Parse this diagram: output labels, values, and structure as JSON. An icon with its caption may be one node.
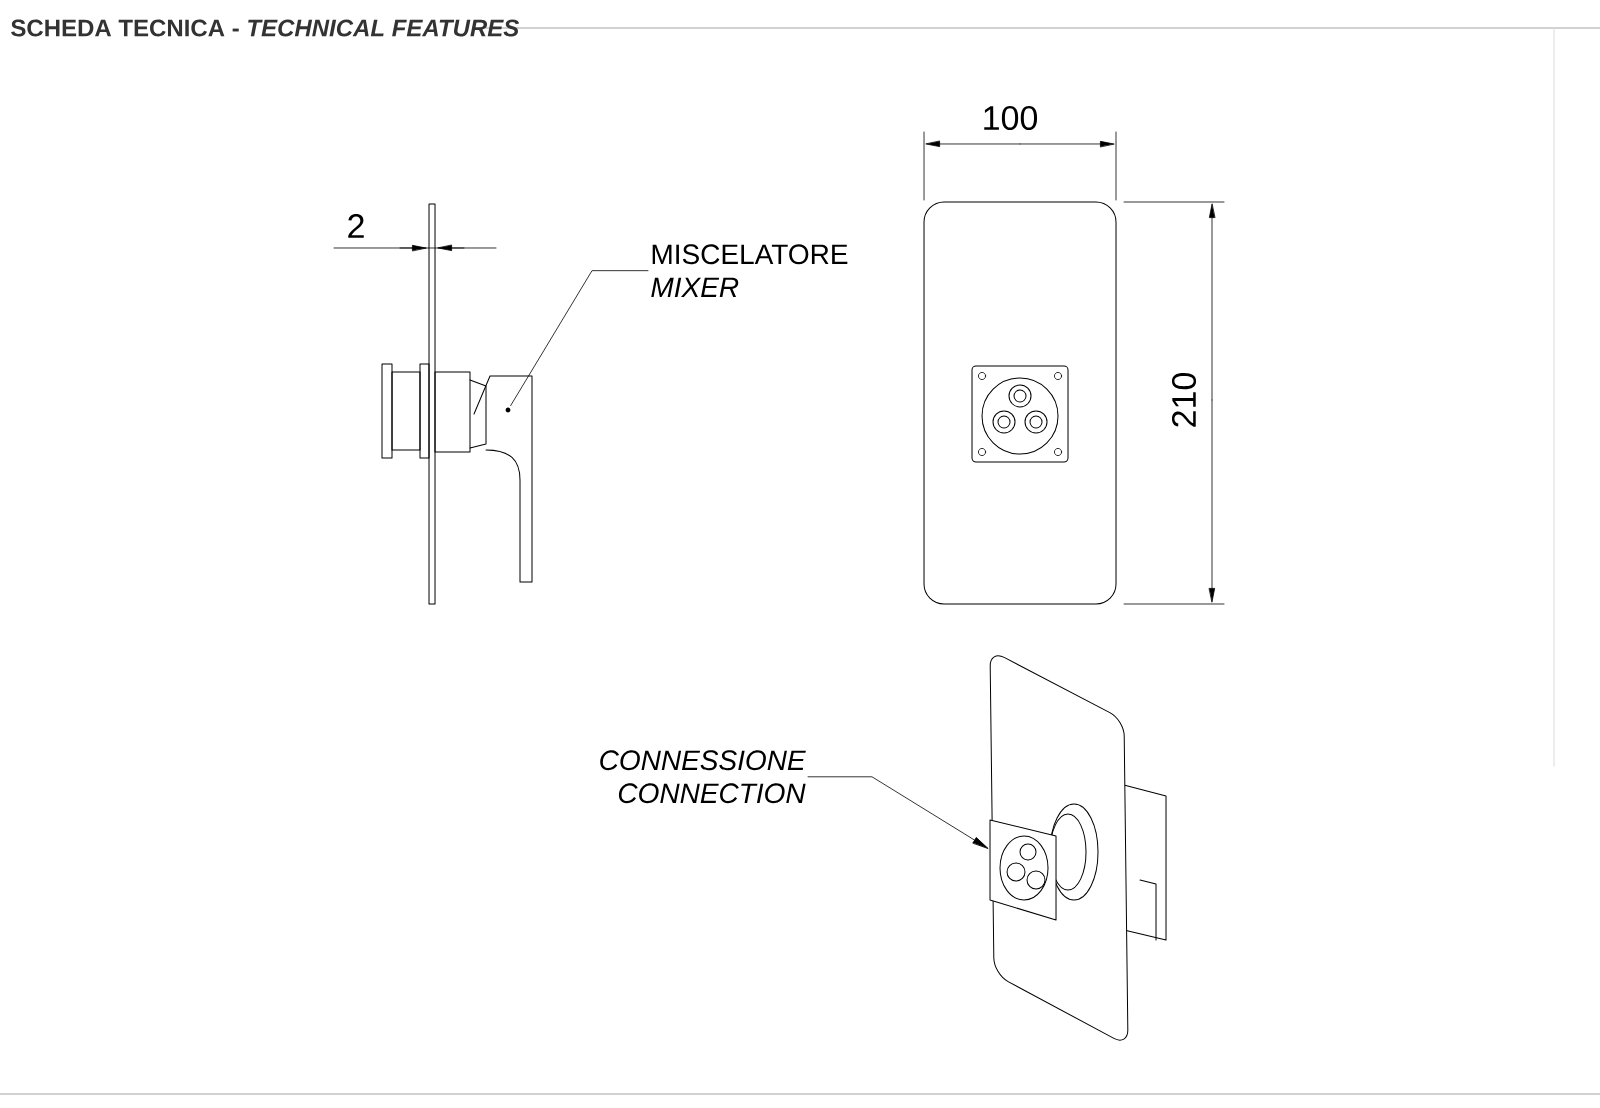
{
  "diagram": {
    "title": "SCHEDA TECNICA - *TECHNICAL FEATURES*",
    "nodes": [
      {
        "text": [
          "MISCELATORE",
          "MIXER"
        ]
      },
      {
        "text": [],
        "shape": "picture"
      },
      {
        "text": [
          "CONNESSIONE",
          "CONNECTION"
        ]
      },
      {
        "text": [],
        "shape": "picture"
      }
    ],
    "edges": [
      {
        "from": 0,
        "to": 1,
        "arrow": "none"
      },
      {
        "from": 2,
        "to": 3,
        "arrow": "to"
      }
    ],
    "labels": [
      "2",
      "100",
      "210"
    ]
  }
}
